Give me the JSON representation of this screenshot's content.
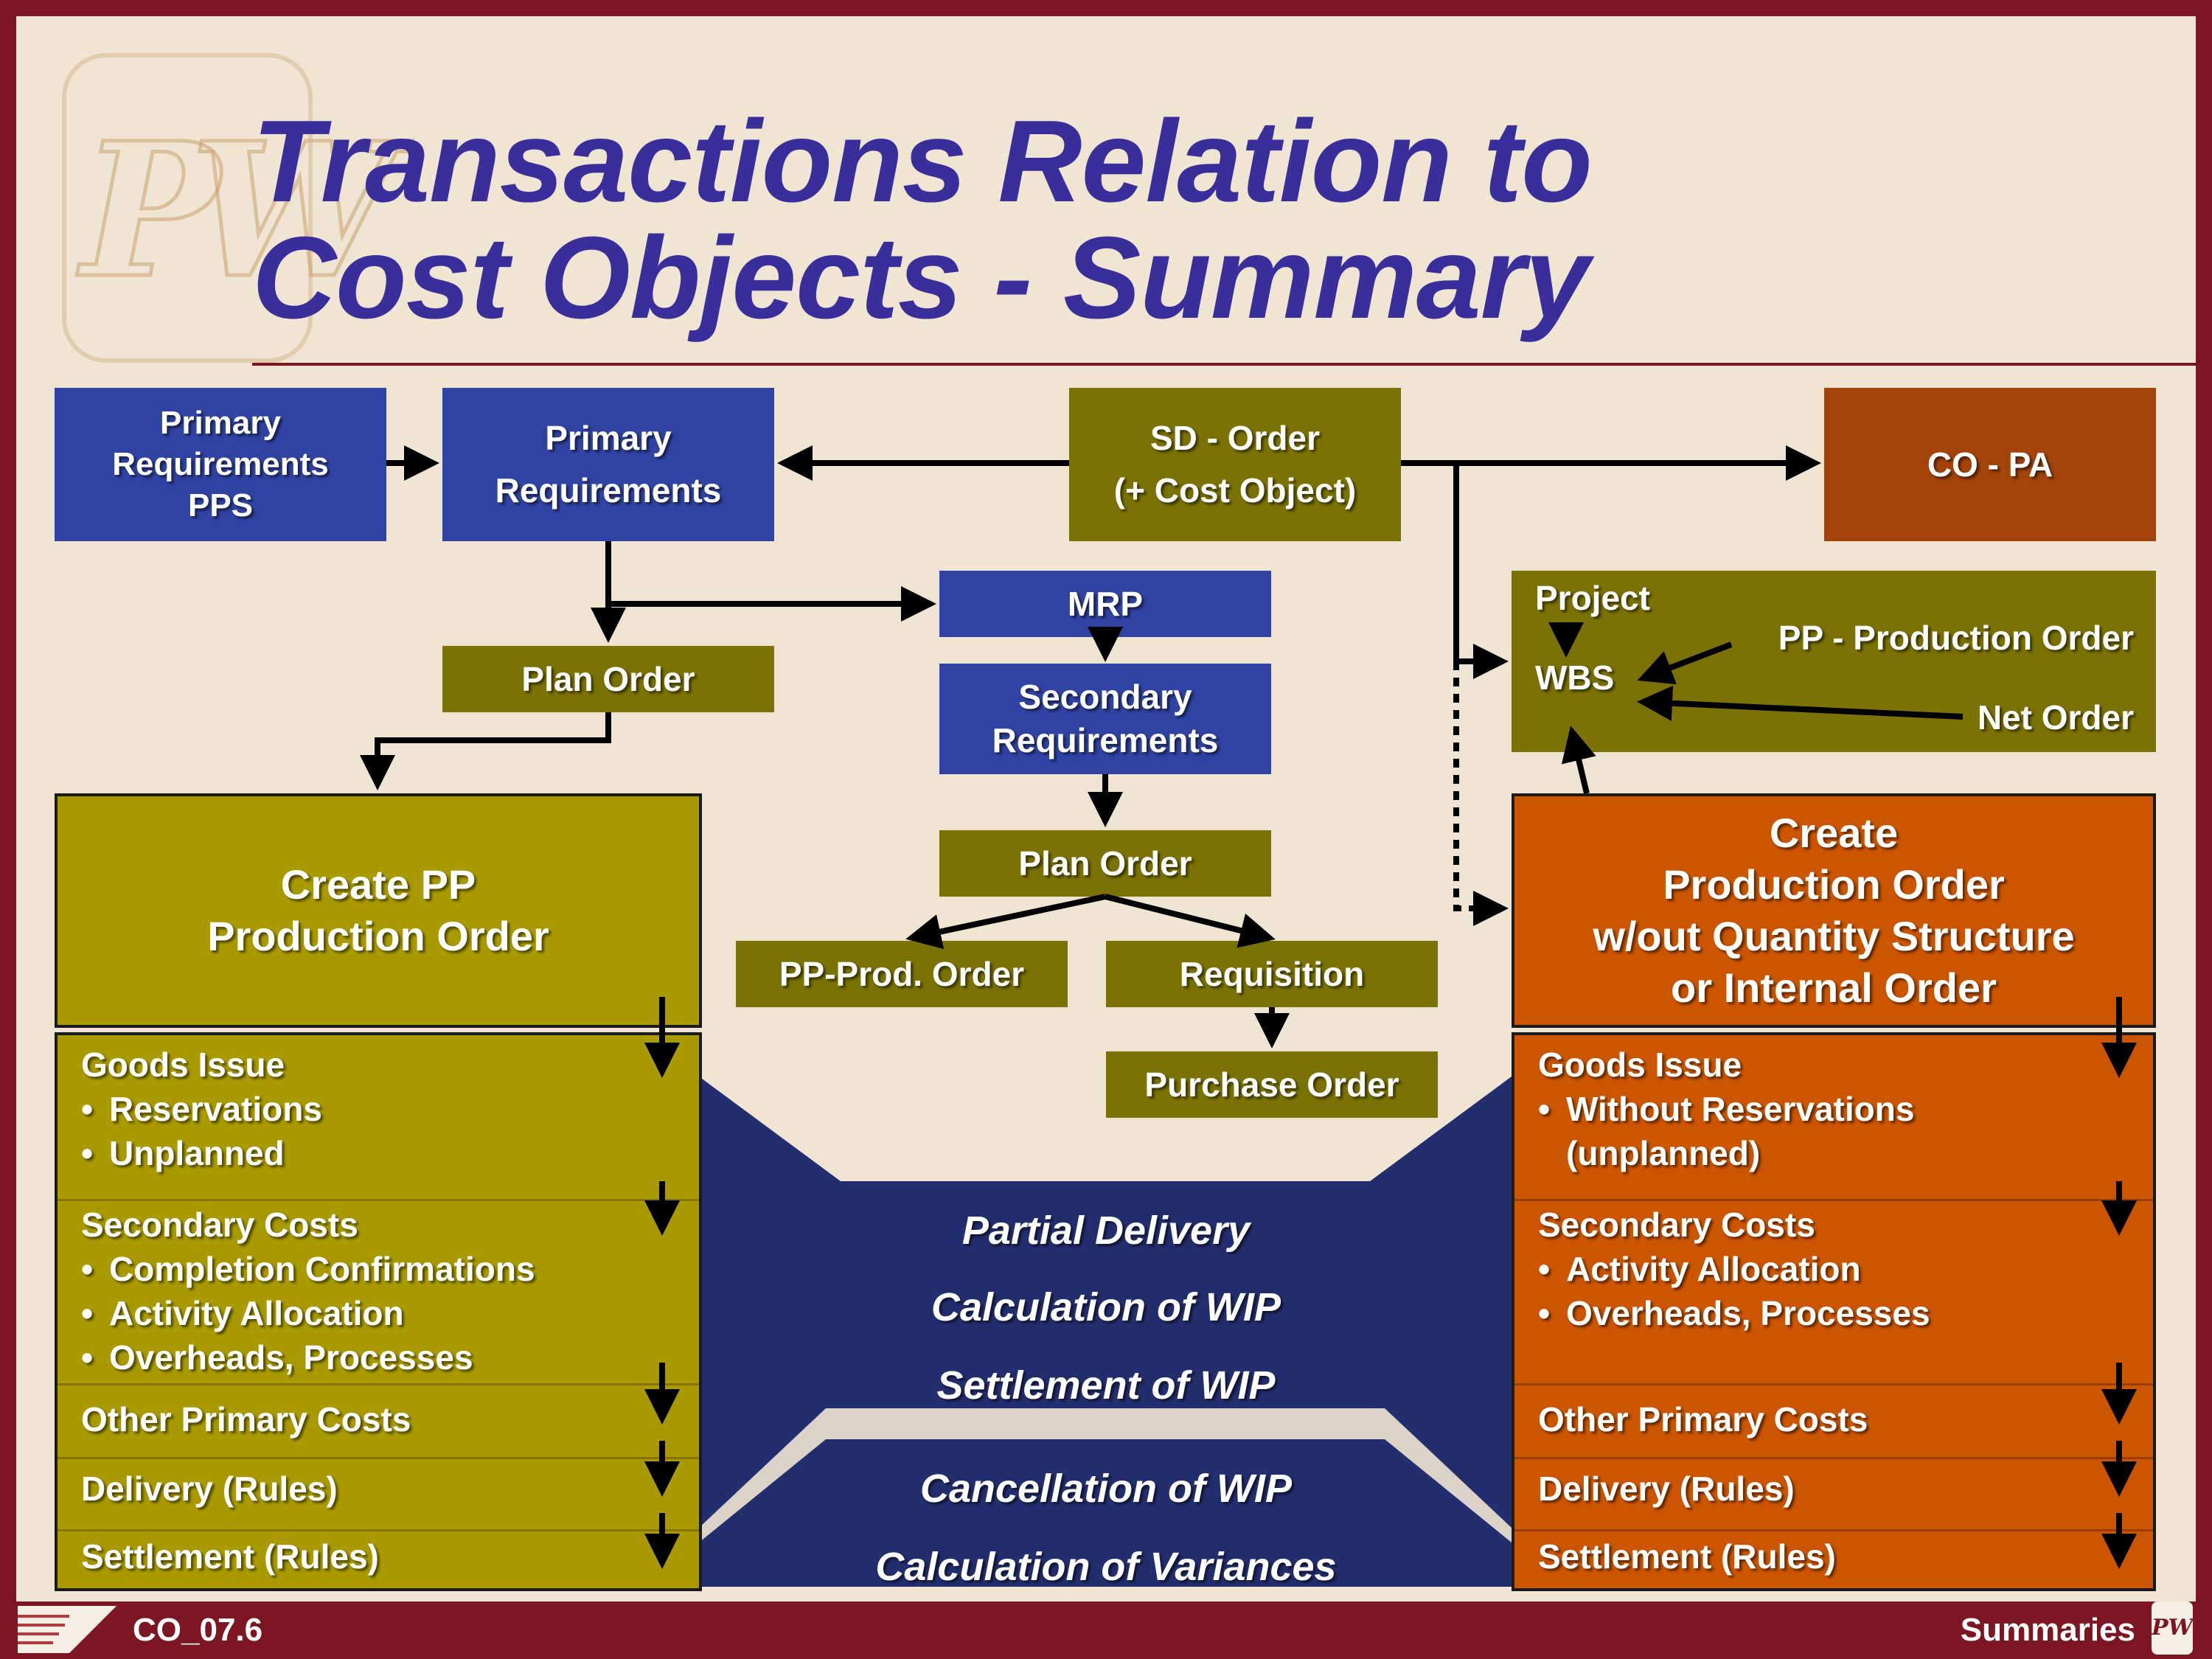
{
  "title": {
    "line1": "Transactions Relation to",
    "line2": "Cost Objects - Summary"
  },
  "logo_text": "PW",
  "nodes": {
    "primary_req_pps": [
      "Primary",
      "Requirements",
      "PPS"
    ],
    "primary_req": [
      "Primary",
      "Requirements"
    ],
    "sd_order": [
      "SD - Order",
      "(+ Cost Object)"
    ],
    "co_pa": "CO - PA",
    "mrp": "MRP",
    "plan_order_left": "Plan Order",
    "secondary_req": [
      "Secondary",
      "Requirements"
    ],
    "plan_order_mid": "Plan Order",
    "pp_prod_order_small": "PP-Prod. Order",
    "requisition": "Requisition",
    "purchase_order": "Purchase Order",
    "project_box": {
      "project": "Project",
      "wbs": "WBS",
      "pp_production_order": "PP - Production Order",
      "net_order": "Net Order"
    },
    "create_pp": [
      "Create PP",
      "Production Order"
    ],
    "create_prod": [
      "Create",
      "Production Order",
      "w/out Quantity Structure",
      "or Internal Order"
    ]
  },
  "left_sections": {
    "goods_issue": {
      "heading": "Goods Issue",
      "items": [
        "Reservations",
        "Unplanned"
      ]
    },
    "secondary_costs": {
      "heading": "Secondary Costs",
      "items": [
        "Completion Confirmations",
        "Activity Allocation",
        "Overheads, Processes"
      ]
    },
    "other_primary": "Other Primary Costs",
    "delivery": "Delivery (Rules)",
    "settlement": "Settlement (Rules)"
  },
  "right_sections": {
    "goods_issue": {
      "heading": "Goods Issue",
      "items": [
        "Without Reservations",
        "(unplanned)"
      ]
    },
    "secondary_costs": {
      "heading": "Secondary Costs",
      "items": [
        "Activity Allocation",
        "Overheads, Processes"
      ]
    },
    "other_primary": "Other Primary Costs",
    "delivery": "Delivery (Rules)",
    "settlement": "Settlement (Rules)"
  },
  "middle": {
    "partial_delivery": "Partial Delivery",
    "calc_wip": "Calculation of WIP",
    "settle_wip": "Settlement of WIP",
    "cancel_wip": "Cancellation of WIP",
    "calc_var": "Calculation of Variances"
  },
  "footer": {
    "code": "CO_07.6",
    "section": "Summaries"
  },
  "colors": {
    "frame": "#7b1622",
    "background": "#f0e4d2",
    "title": "#3a2f9a",
    "blue_box": "#3043a3",
    "olive_box": "#7b7205",
    "rust_box": "#a3440a",
    "left_block": "#a89a00",
    "right_block": "#cc5500",
    "navy_band": "#232e6f"
  }
}
